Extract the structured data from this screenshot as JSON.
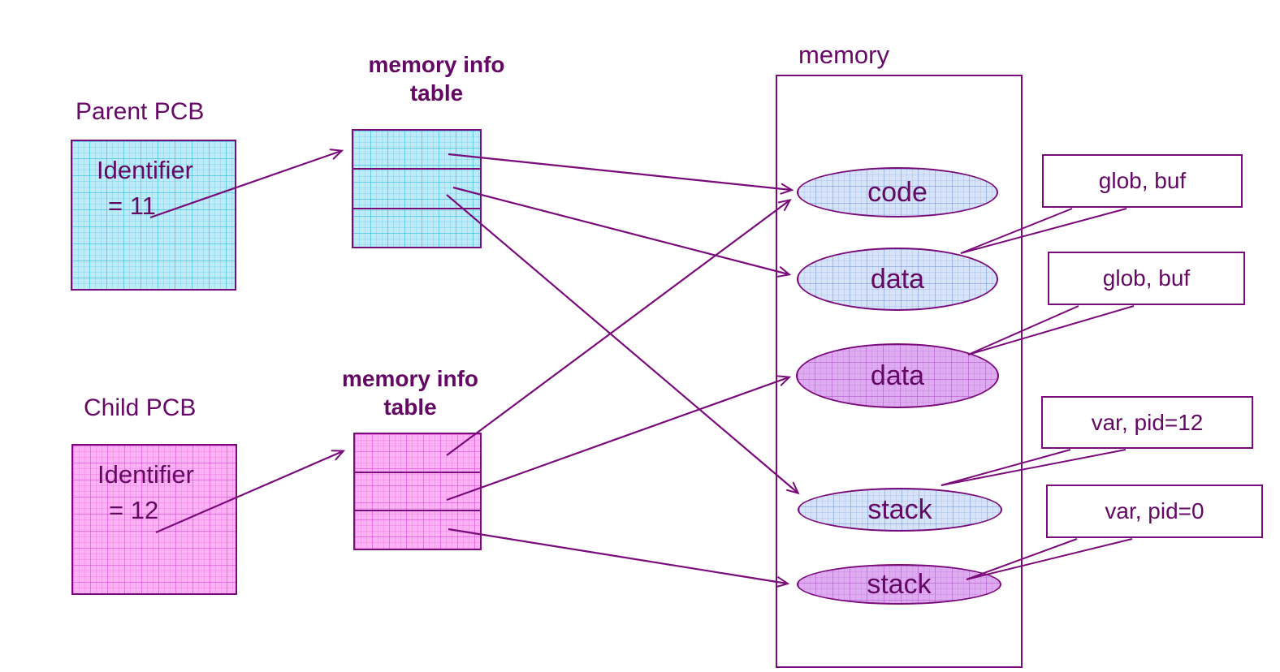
{
  "slide": {
    "colors": {
      "line_purple": "#7A0B7A",
      "text_purple": "#630863",
      "cyan_fill": "#BDEBF8",
      "pink_fill": "#FBB1F3",
      "blue_ellipse_fill": "#D6E3F8",
      "violet_ellipse_fill": "#DFACF1",
      "callout_bg": "#FFFFFF"
    },
    "pcbs": {
      "parent": {
        "label": "Parent PCB",
        "identifier_line1": "Identifier",
        "identifier_line2": "= 11"
      },
      "child": {
        "label": "Child PCB",
        "identifier_line1": "Identifier",
        "identifier_line2": "= 12"
      }
    },
    "tables": {
      "parent": {
        "title_line1": "memory info",
        "title_line2": "table",
        "row_count": 3
      },
      "child": {
        "title_line1": "memory info",
        "title_line2": "table",
        "row_count": 3
      }
    },
    "memory": {
      "label": "memory",
      "segments": {
        "code": {
          "label": "code"
        },
        "data_parent": {
          "label": "data"
        },
        "data_child": {
          "label": "data"
        },
        "stack_parent": {
          "label": "stack"
        },
        "stack_child": {
          "label": "stack"
        }
      }
    },
    "callouts": {
      "glob_buf_parent": {
        "label": "glob, buf"
      },
      "glob_buf_child": {
        "label": "glob, buf"
      },
      "var_pid12": {
        "label": "var, pid=12"
      },
      "var_pid0": {
        "label": "var, pid=0"
      }
    },
    "edges": [
      {
        "from": "parent-pcb",
        "to": "parent-memory-info-table"
      },
      {
        "from": "parent-table-row-1",
        "to": "code-segment"
      },
      {
        "from": "parent-table-row-2",
        "to": "parent-data-segment"
      },
      {
        "from": "parent-table-row-2",
        "to": "parent-stack-segment"
      },
      {
        "from": "child-pcb",
        "to": "child-memory-info-table"
      },
      {
        "from": "child-table-row-1",
        "to": "code-segment"
      },
      {
        "from": "child-table-row-2",
        "to": "child-data-segment"
      },
      {
        "from": "child-table-row-3",
        "to": "child-stack-segment"
      },
      {
        "from": "callout-glob-buf-parent",
        "to": "parent-data-segment"
      },
      {
        "from": "callout-glob-buf-child",
        "to": "child-data-segment"
      },
      {
        "from": "callout-var-pid12",
        "to": "parent-stack-segment"
      },
      {
        "from": "callout-var-pid0",
        "to": "child-stack-segment"
      }
    ]
  }
}
